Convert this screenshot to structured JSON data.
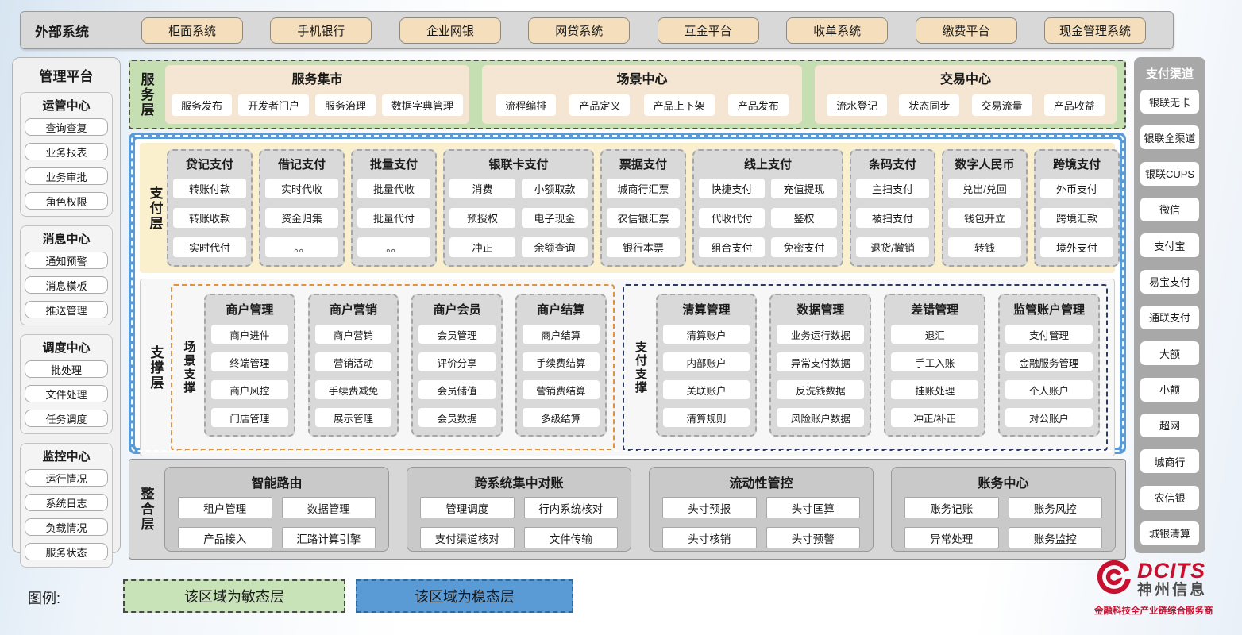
{
  "external": {
    "label": "外部系统",
    "systems": [
      "柜面系统",
      "手机银行",
      "企业网银",
      "网贷系统",
      "互金平台",
      "收单系统",
      "缴费平台",
      "现金管理系统"
    ]
  },
  "management": {
    "title": "管理平台",
    "groups": [
      {
        "title": "运管中心",
        "items": [
          "查询查复",
          "业务报表",
          "业务审批",
          "角色权限"
        ]
      },
      {
        "title": "消息中心",
        "items": [
          "通知预警",
          "消息模板",
          "推送管理"
        ]
      },
      {
        "title": "调度中心",
        "items": [
          "批处理",
          "文件处理",
          "任务调度"
        ]
      },
      {
        "title": "监控中心",
        "items": [
          "运行情况",
          "系统日志",
          "负载情况",
          "服务状态"
        ]
      }
    ]
  },
  "service_layer": {
    "label": "服务层",
    "panels": [
      {
        "title": "服务集市",
        "items": [
          "服务发布",
          "开发者门户",
          "服务治理",
          "数据字典管理"
        ]
      },
      {
        "title": "场景中心",
        "items": [
          "流程编排",
          "产品定义",
          "产品上下架",
          "产品发布"
        ]
      },
      {
        "title": "交易中心",
        "items": [
          "流水登记",
          "状态同步",
          "交易流量",
          "产品收益"
        ]
      }
    ]
  },
  "payment_layer": {
    "label": "支付层",
    "columns": [
      {
        "title": "贷记支付",
        "cols": 1,
        "items": [
          "转账付款",
          "转账收款",
          "实时代付"
        ]
      },
      {
        "title": "借记支付",
        "cols": 1,
        "items": [
          "实时代收",
          "资金归集",
          "。。"
        ]
      },
      {
        "title": "批量支付",
        "cols": 1,
        "items": [
          "批量代收",
          "批量代付",
          "。。"
        ]
      },
      {
        "title": "银联卡支付",
        "cols": 2,
        "items": [
          "消费",
          "小额取款",
          "预授权",
          "电子现金",
          "冲正",
          "余额查询"
        ]
      },
      {
        "title": "票据支付",
        "cols": 1,
        "items": [
          "城商行汇票",
          "农信银汇票",
          "银行本票"
        ]
      },
      {
        "title": "线上支付",
        "cols": 2,
        "items": [
          "快捷支付",
          "充值提现",
          "代收代付",
          "鉴权",
          "组合支付",
          "免密支付"
        ]
      },
      {
        "title": "条码支付",
        "cols": 1,
        "items": [
          "主扫支付",
          "被扫支付",
          "退货/撤销"
        ]
      },
      {
        "title": "数字人民币",
        "cols": 1,
        "items": [
          "兑出/兑回",
          "钱包开立",
          "转钱"
        ]
      },
      {
        "title": "跨境支付",
        "cols": 1,
        "items": [
          "外币支付",
          "跨境汇款",
          "境外支付"
        ]
      }
    ]
  },
  "support_layer": {
    "label": "支撑层",
    "groups": [
      {
        "label": "场景支撑",
        "columns": [
          {
            "title": "商户管理",
            "items": [
              "商户进件",
              "终端管理",
              "商户风控",
              "门店管理"
            ]
          },
          {
            "title": "商户营销",
            "items": [
              "商户营销",
              "营销活动",
              "手续费减免",
              "展示管理"
            ]
          },
          {
            "title": "商户会员",
            "items": [
              "会员管理",
              "评价分享",
              "会员储值",
              "会员数据"
            ]
          },
          {
            "title": "商户结算",
            "items": [
              "商户结算",
              "手续费结算",
              "营销费结算",
              "多级结算"
            ]
          }
        ]
      },
      {
        "label": "支付支撑",
        "columns": [
          {
            "title": "清算管理",
            "items": [
              "清算账户",
              "内部账户",
              "关联账户",
              "清算规则"
            ]
          },
          {
            "title": "数据管理",
            "items": [
              "业务运行数据",
              "异常支付数据",
              "反洗钱数据",
              "风险账户数据"
            ]
          },
          {
            "title": "差错管理",
            "items": [
              "退汇",
              "手工入账",
              "挂账处理",
              "冲正/补正"
            ]
          },
          {
            "title": "监管账户管理",
            "items": [
              "支付管理",
              "金融服务管理",
              "个人账户",
              "对公账户"
            ]
          }
        ]
      }
    ]
  },
  "integration_layer": {
    "label": "整合层",
    "groups": [
      {
        "title": "智能路由",
        "items": [
          "租户管理",
          "数据管理",
          "产品接入",
          "汇路计算引擎"
        ]
      },
      {
        "title": "跨系统集中对账",
        "items": [
          "管理调度",
          "行内系统核对",
          "支付渠道核对",
          "文件传输"
        ]
      },
      {
        "title": "流动性管控",
        "items": [
          "头寸预报",
          "头寸匡算",
          "头寸核销",
          "头寸预警"
        ]
      },
      {
        "title": "账务中心",
        "items": [
          "账务记账",
          "账务风控",
          "异常处理",
          "账务监控"
        ]
      }
    ]
  },
  "channels": {
    "title": "支付渠道",
    "items": [
      "银联无卡",
      "银联全渠道",
      "银联CUPS",
      "微信",
      "支付宝",
      "易宝支付",
      "通联支付",
      "大额",
      "小额",
      "超网",
      "城商行",
      "农信银",
      "城银清算"
    ]
  },
  "legend": {
    "label": "图例:",
    "agile": "该区域为敏态层",
    "stable": "该区域为稳态层"
  },
  "logo": {
    "name": "DCITS",
    "company": "神州信息",
    "tagline": "金融科技全产业链综合服务商"
  },
  "colors": {
    "agile_green": "#c5dfb3",
    "stable_blue": "#5b9bd5",
    "payment_yellow": "#fbf0ce",
    "panel_tan": "#f5e6d3",
    "button_tan": "#f5debc",
    "container_gray": "#d8d8d8",
    "column_gray": "#d9d9d9",
    "scene_orange_border": "#e0923f",
    "paysup_navy_border": "#2b3a63",
    "logo_red": "#c8102e"
  }
}
